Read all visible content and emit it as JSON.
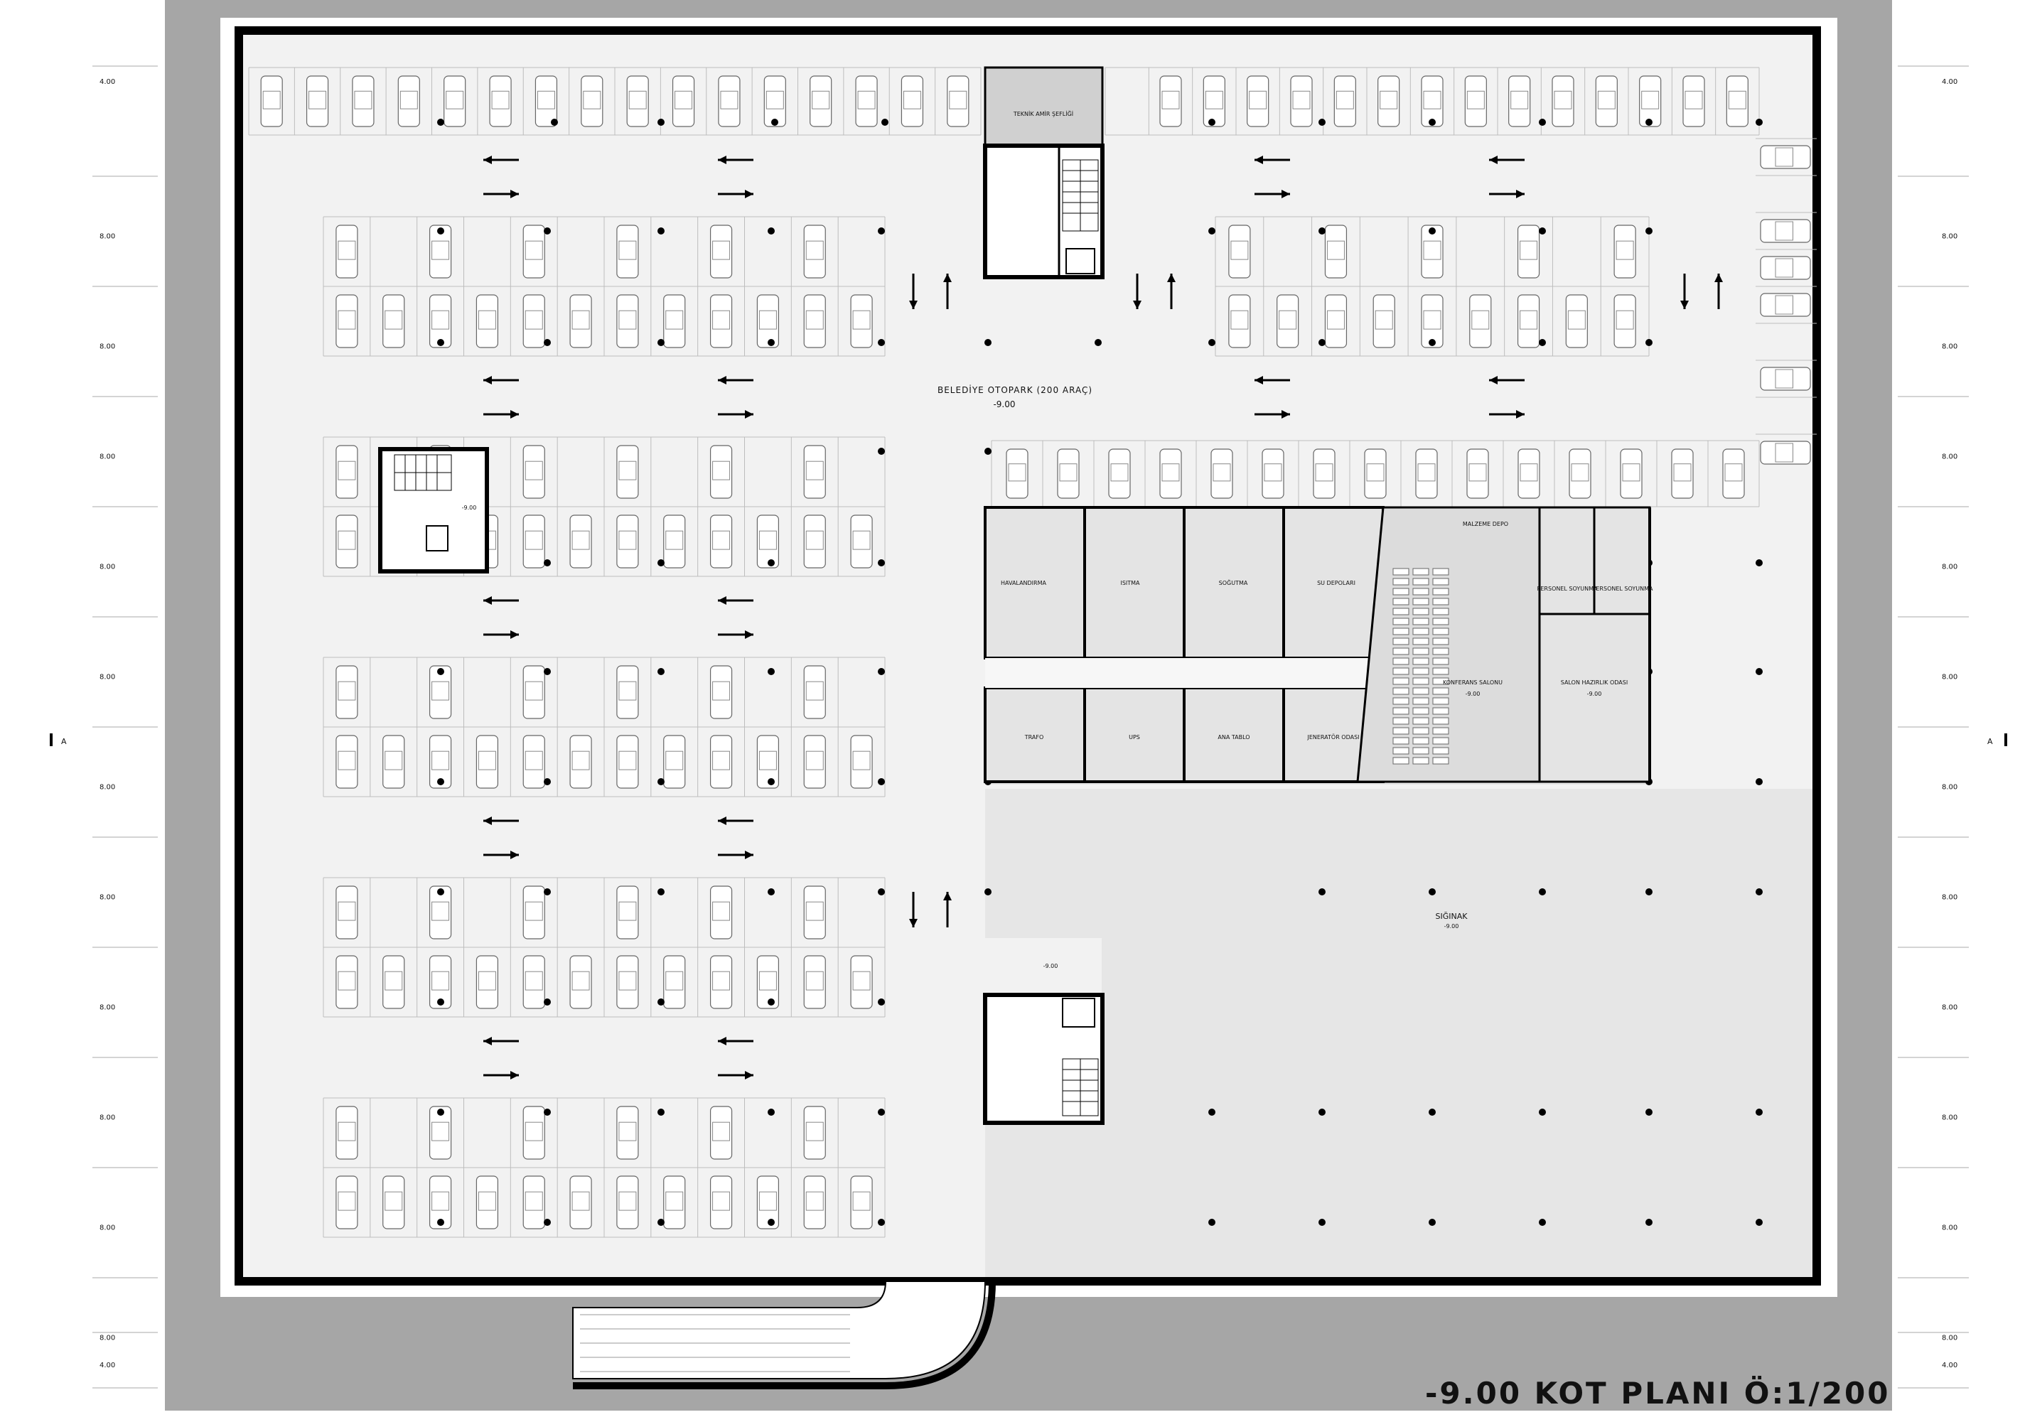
{
  "drawing": {
    "title": "-9.00 KOT PLANI Ö:1/200",
    "section_marker": "A",
    "dimensions": {
      "left": [
        "4.00",
        "8.00",
        "8.00",
        "8.00",
        "8.00",
        "8.00",
        "8.00",
        "8.00",
        "8.00",
        "8.00",
        "8.00",
        "8.00",
        "4.00"
      ],
      "right": [
        "4.00",
        "8.00",
        "8.00",
        "8.00",
        "8.00",
        "8.00",
        "8.00",
        "8.00",
        "8.00",
        "8.00",
        "8.00",
        "8.00",
        "4.00"
      ]
    }
  },
  "parking": {
    "name": "BELEDİYE OTOPARK (200  ARAÇ)",
    "level": "-9.00"
  },
  "rooms": {
    "tech_office": "TEKNİK AMİR ŞEFLİĞİ",
    "stair_level": "-9.00",
    "ventilation": "HAVALANDIRMA",
    "heating": "ISITMA",
    "cooling": "SOĞUTMA",
    "water_tanks": "SU DEPOLARI",
    "material_storage": "MALZEME DEPO",
    "staff_locker_1": "PERSONEL SOYUNMA",
    "staff_locker_2": "PERSONEL SOYUNMA",
    "conference_hall": "KONFERANS SALONU",
    "conference_level": "-9.00",
    "hall_prep": "SALON HAZIRLIK ODASI",
    "hall_prep_level": "-9.00",
    "transformer": "TRAFO",
    "ups": "UPS",
    "main_panel": "ANA TABLO",
    "generator": "JENERATÖR ODASI",
    "shelter": "SIĞINAK",
    "shelter_level": "-9.00",
    "core_level": "-9.00"
  },
  "colors": {
    "outside": "#a6a6a6",
    "plot": "#ffffff",
    "floor": "#f2f2f2",
    "shelter": "#e6e6e6",
    "wall": "#000000",
    "lines": "#bdbdbd"
  }
}
